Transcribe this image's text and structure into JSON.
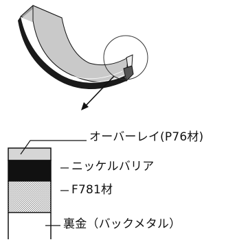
{
  "layers": [
    {
      "label": "オーバーレイ(P76材)"
    },
    {
      "label": "ニッケルバリア"
    },
    {
      "label": "F781材"
    },
    {
      "label": "裏金（バックメタル）"
    }
  ]
}
